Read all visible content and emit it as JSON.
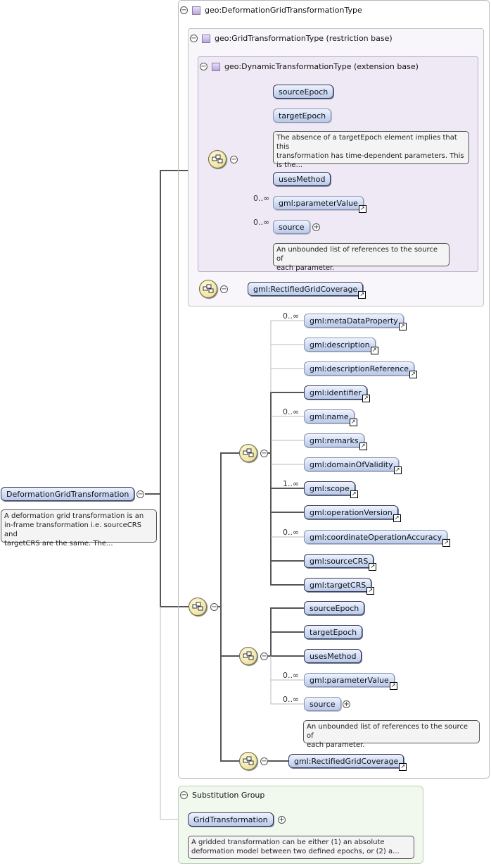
{
  "outer_type": {
    "title": "geo:DeformationGridTransformationType"
  },
  "restriction": {
    "title": "geo:GridTransformationType (restriction base)"
  },
  "extension": {
    "title": "geo:DynamicTransformationType (extension base)"
  },
  "dyn_elements": {
    "sourceEpoch": "sourceEpoch",
    "targetEpoch": "targetEpoch",
    "targetEpoch_doc": [
      "The absence of a targetEpoch element implies that this",
      "transformation has time-dependent parameters. This",
      "is the..."
    ],
    "usesMethod": "usesMethod",
    "parameterValue": "gml:parameterValue",
    "parameterValue_card": "0..∞",
    "source": "source",
    "source_card": "0..∞",
    "source_doc": [
      "An unbounded list of references to the source of",
      "each parameter."
    ]
  },
  "restriction_coverage": "gml:RectifiedGridCoverage",
  "root": {
    "name": "DeformationGridTransformation",
    "doc": [
      "A deformation grid transformation is an",
      "in-frame transformation i.e. sourceCRS and",
      "targetCRS are the same. The..."
    ]
  },
  "gml_elements": [
    {
      "label": "gml:metaDataProperty",
      "card": "0..∞"
    },
    {
      "label": "gml:description",
      "card": ""
    },
    {
      "label": "gml:descriptionReference",
      "card": ""
    },
    {
      "label": "gml:identifier",
      "card": ""
    },
    {
      "label": "gml:name",
      "card": "0..∞"
    },
    {
      "label": "gml:remarks",
      "card": ""
    },
    {
      "label": "gml:domainOfValidity",
      "card": ""
    },
    {
      "label": "gml:scope",
      "card": "1..∞"
    },
    {
      "label": "gml:operationVersion",
      "card": ""
    },
    {
      "label": "gml:coordinateOperationAccuracy",
      "card": "0..∞"
    },
    {
      "label": "gml:sourceCRS",
      "card": ""
    },
    {
      "label": "gml:targetCRS",
      "card": ""
    }
  ],
  "lower_dyn": {
    "sourceEpoch": "sourceEpoch",
    "targetEpoch": "targetEpoch",
    "usesMethod": "usesMethod",
    "parameterValue": "gml:parameterValue",
    "parameterValue_card": "0..∞",
    "source": "source",
    "source_card": "0..∞",
    "source_doc": [
      "An unbounded list of references to the source of",
      "each parameter."
    ]
  },
  "lower_coverage": "gml:RectifiedGridCoverage",
  "substitution": {
    "title": "Substitution Group",
    "element": "GridTransformation",
    "doc": [
      "A gridded transformation can be either (1) an absolute",
      "deformation model between two defined epochs, or (2) a..."
    ]
  }
}
